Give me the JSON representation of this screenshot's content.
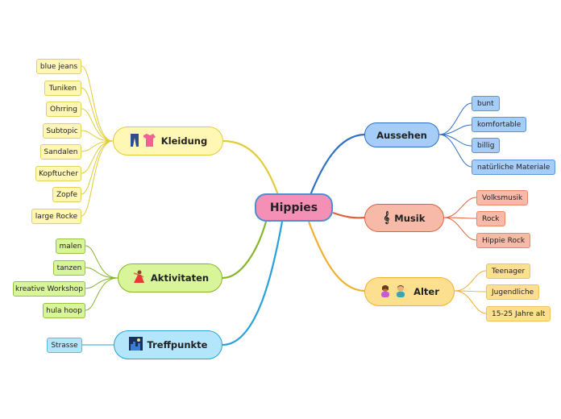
{
  "center": {
    "label": "Hippies"
  },
  "branches": {
    "aussehen": {
      "label": "Aussehen",
      "items": [
        "bunt",
        "komfortable",
        "billig",
        "natürliche Materiale"
      ]
    },
    "musik": {
      "label": "Musik",
      "icon": "music-score-icon",
      "items": [
        "Volksmusik",
        "Rock",
        "Hippie Rock"
      ]
    },
    "alter": {
      "label": "Alter",
      "icon": "people-icon",
      "items": [
        "Teenager",
        "Jugendliche",
        "15-25 Jahre alt"
      ]
    },
    "kleidung": {
      "label": "Kleidung",
      "icon": "jeans-and-shirt-icon",
      "items": [
        "blue jeans",
        "Tuniken",
        "Ohrring",
        "Subtopic",
        "Sandalen",
        "Kopftucher",
        "Zopfe",
        "large Rocke"
      ]
    },
    "aktivitaten": {
      "label": "Aktivitaten",
      "icon": "dancer-icon",
      "items": [
        "malen",
        "tanzen",
        "kreative Workshop",
        "hula hoop"
      ]
    },
    "treffpunkte": {
      "label": "Treffpunkte",
      "icon": "night-city-icon",
      "items": [
        "Strasse"
      ]
    }
  },
  "colors": {
    "aussehen": "#2f6fc4",
    "musik": "#e0603c",
    "alter": "#f0b030",
    "kleidung": "#e2cc38",
    "aktivitaten": "#86b528",
    "treffpunkte": "#28a2d8"
  }
}
